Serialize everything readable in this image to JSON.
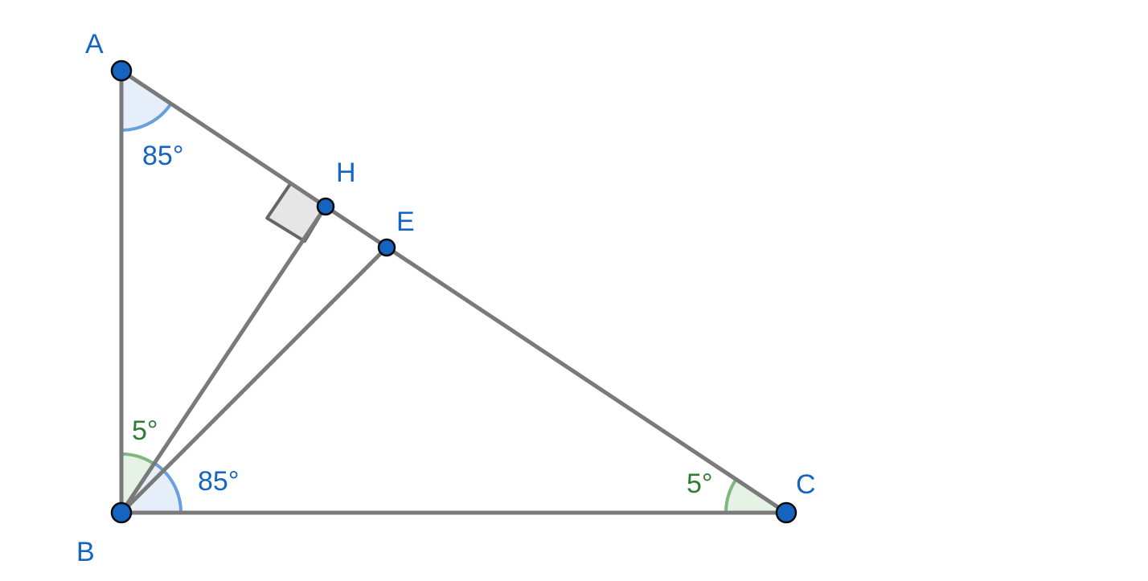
{
  "colors": {
    "segment": "#7a7a7a",
    "point_fill": "#1565c0",
    "point_stroke": "#0a0a0a",
    "label_blue": "#1565c0",
    "label_green": "#2e7d32",
    "angle_blue_fill": "#e6eefa",
    "angle_blue_stroke": "#6a9fde",
    "angle_green_fill": "#e6f2e6",
    "angle_green_stroke": "#7fb87f",
    "right_angle_fill": "#e6e6e6",
    "right_angle_stroke": "#666666"
  },
  "points": {
    "A": "A",
    "B": "B",
    "C": "C",
    "H": "H",
    "E": "E"
  },
  "angles": {
    "at_A": "85°",
    "at_C": "5°",
    "ABH": "5°",
    "HBC": "85°"
  }
}
